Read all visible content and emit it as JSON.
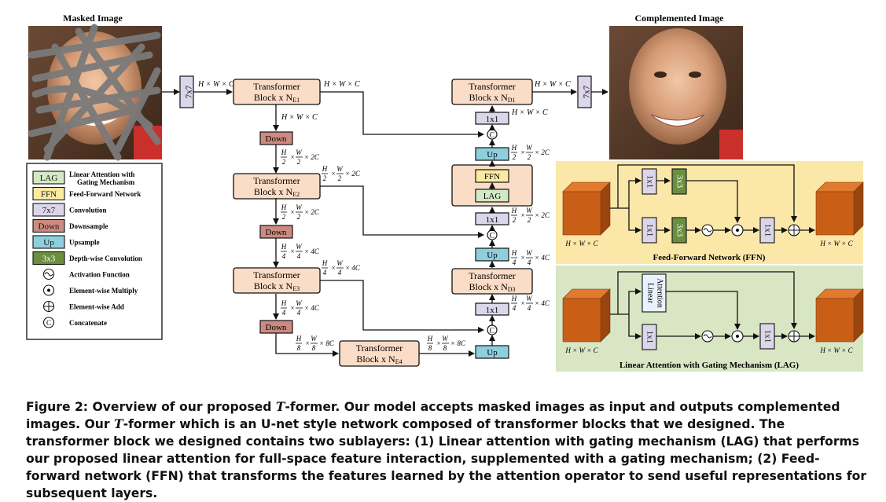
{
  "titles": {
    "masked_image": "Masked Image",
    "complemented_image": "Complemented Image"
  },
  "blocks": {
    "encoder": [
      {
        "line1": "Transformer",
        "line2": "Block x N",
        "sub": "E1"
      },
      {
        "line1": "Transformer",
        "line2": "Block x N",
        "sub": "E2"
      },
      {
        "line1": "Transformer",
        "line2": "Block x N",
        "sub": "E3"
      },
      {
        "line1": "Transformer",
        "line2": "Block x N",
        "sub": "E4"
      }
    ],
    "decoder": [
      {
        "line1": "Transformer",
        "line2": "Block x N",
        "sub": "D1"
      },
      {
        "line1": "Transformer",
        "line2": "Block x N",
        "sub": "D3"
      }
    ],
    "decoder2": {
      "ffn": "FFN",
      "lag": "LAG"
    }
  },
  "ops": {
    "conv": "7x7",
    "down": "Down",
    "up": "Up",
    "pw": "1x1",
    "concat": "C",
    "dw": "3x3"
  },
  "dims": {
    "hwc": "H × W × C",
    "hw2c_a": "H",
    "hw2c_b": "2",
    "hw2c_c": "W",
    "hw2c_d": "2",
    "hw2c_e": "× 2C",
    "hw4c_e": "× 4C",
    "hw4c_b": "4",
    "hw8c_e": "× 8C",
    "hw8c_b": "8"
  },
  "legend": [
    {
      "symbol": "LAG",
      "label": "Linear Attention with",
      "label2": "Gating Mechanism",
      "color": "#d3e9c6"
    },
    {
      "symbol": "FFN",
      "label": "Feed-Forward Network",
      "label2": "",
      "color": "#fbeaa0"
    },
    {
      "symbol": "7x7",
      "label": "Convolution",
      "label2": "",
      "color": "#dcd6ea"
    },
    {
      "symbol": "Down",
      "label": "Downsample",
      "label2": "",
      "color": "#cc8a80"
    },
    {
      "symbol": "Up",
      "label": "Upsample",
      "label2": "",
      "color": "#8ecfdc"
    },
    {
      "symbol": "3x3",
      "label": "Depth-wise Convolution",
      "label2": "",
      "color": "#6c8f3f"
    },
    {
      "symbol": "~",
      "label": "Activation Function",
      "label2": ""
    },
    {
      "symbol": "•",
      "label": "Element-wise Multiply",
      "label2": ""
    },
    {
      "symbol": "+",
      "label": "Element-wise Add",
      "label2": ""
    },
    {
      "symbol": "C",
      "label": "Concatenate",
      "label2": ""
    }
  ],
  "panels": {
    "ffn_title": "Feed-Forward Network (FFN)",
    "lag_title": "Linear Attention with Gating Mechanism (LAG)",
    "linear_attention_1": "Linear",
    "linear_attention_2": "Attention"
  },
  "caption": {
    "fig": "Figure 2: Overview of our proposed",
    "t": "T",
    "p1": "-former. Our model accepts masked images as input and outputs complemented images. Our",
    "t2": "T",
    "p2": "-former which is an U-net style network composed of transformer blocks that we designed. The transformer block we designed contains two sublayers: (1) Linear attention with gating mechanism (LAG) that performs our proposed linear attention for full-space feature interaction, supplemented with a gating mechanism; (2) Feed-forward network (FFN) that transforms the features learned by the attention operator to send useful representations for subsequent layers."
  },
  "colors": {
    "transformer": "#fbdcc6",
    "down": "#cc8a80",
    "up": "#8ecfdc",
    "conv": "#dcd6ea",
    "lag": "#d3e9c6",
    "ffn": "#fbeaa0",
    "dw": "#6c8f3f",
    "ffn_panel": "#fbe7a8",
    "lag_panel": "#d9e6c4",
    "cube": "#c95f17"
  }
}
